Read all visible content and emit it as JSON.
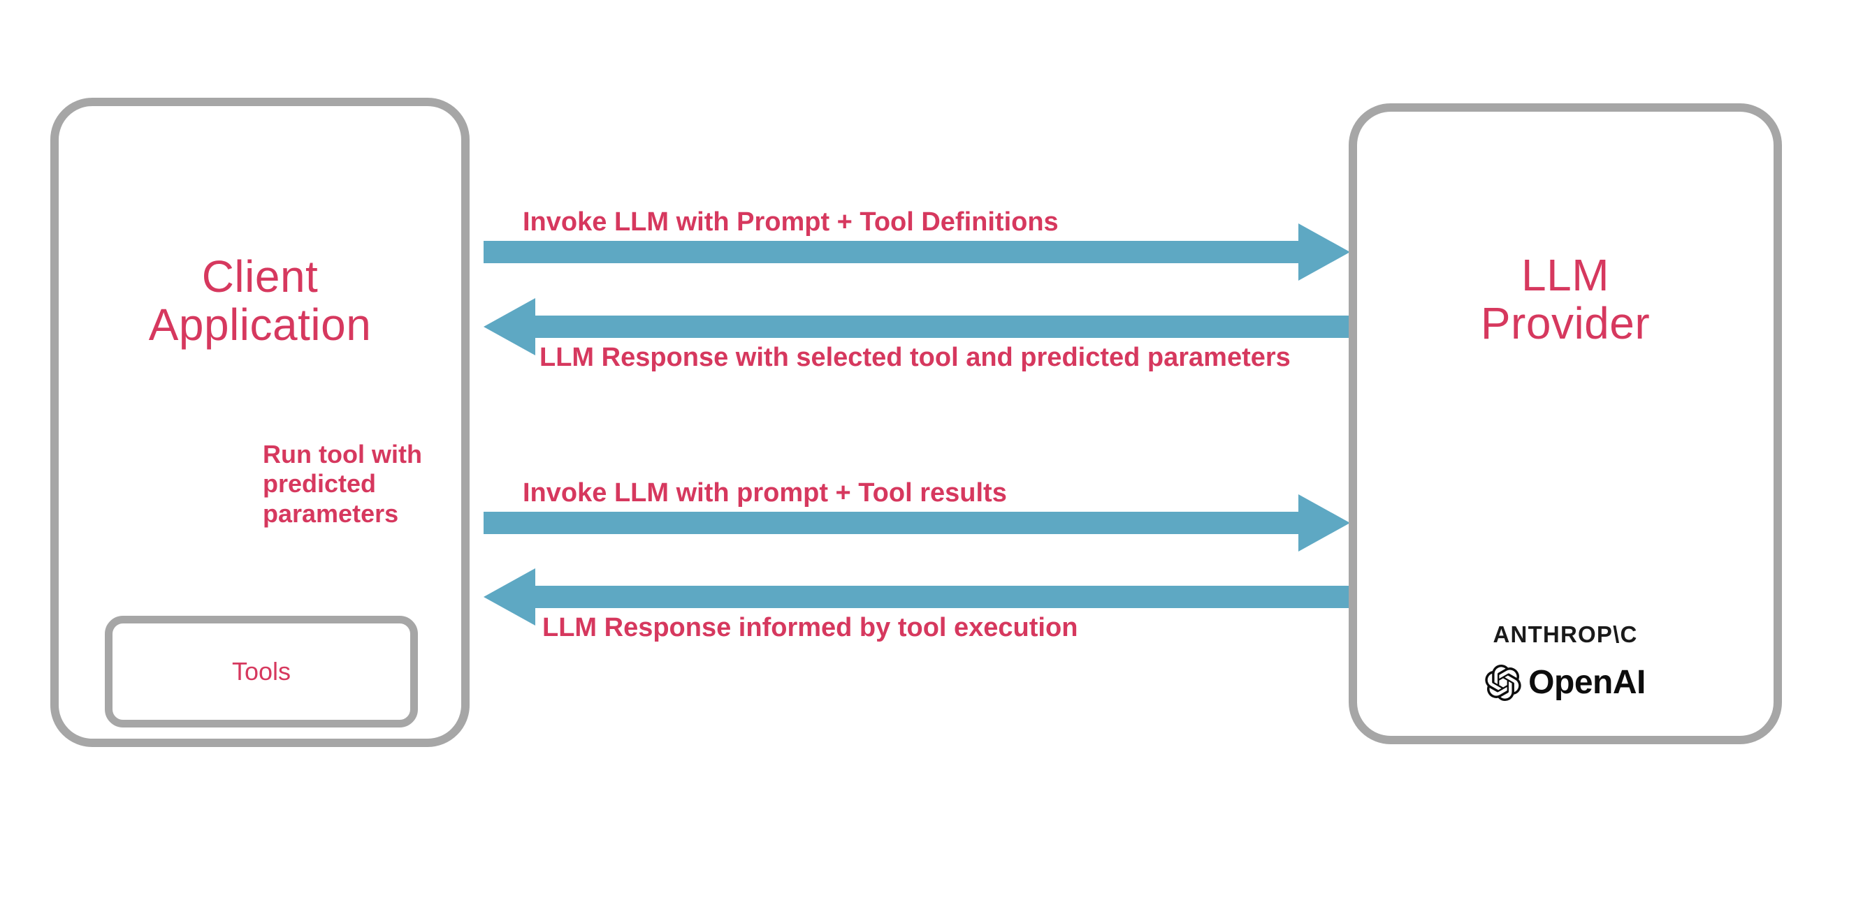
{
  "diagram": {
    "title": "LLM tool-calling sequence between client application and LLM provider",
    "colors": {
      "accent_text": "#d6385e",
      "arrow": "#5ea8c3",
      "panel_border": "#a6a6a6",
      "background": "#ffffff",
      "logo_text": "#0d0d0d"
    }
  },
  "client_panel": {
    "title": "Client\nApplication",
    "title_line_1": "Client",
    "title_line_2": "Application",
    "tools_box": {
      "label": "Tools"
    },
    "internal_arrow": {
      "label": "Run tool with predicted parameters",
      "label_line_1": "Run tool with",
      "label_line_2": "predicted",
      "label_line_3": "parameters",
      "direction": "down",
      "from": "Client Application",
      "to": "Tools"
    }
  },
  "provider_panel": {
    "title": "LLM\nProvider",
    "title_line_1": "LLM",
    "title_line_2": "Provider",
    "vendors": [
      {
        "name": "anthropic",
        "wordmark": "ANTHROP\\C",
        "icon": "anthropic-wordmark"
      },
      {
        "name": "openai",
        "wordmark": "OpenAI",
        "icon": "openai-knot-icon"
      }
    ]
  },
  "flows": [
    {
      "id": "invoke-1",
      "label": "Invoke LLM with Prompt + Tool Definitions",
      "direction": "right",
      "from": "Client Application",
      "to": "LLM Provider"
    },
    {
      "id": "response-1",
      "label": "LLM Response with selected tool and predicted parameters",
      "direction": "left",
      "from": "LLM Provider",
      "to": "Client Application"
    },
    {
      "id": "invoke-2",
      "label": "Invoke LLM with prompt + Tool results",
      "direction": "right",
      "from": "Client Application",
      "to": "LLM Provider"
    },
    {
      "id": "response-2",
      "label": "LLM Response informed by tool execution",
      "direction": "left",
      "from": "LLM Provider",
      "to": "Client Application"
    }
  ]
}
